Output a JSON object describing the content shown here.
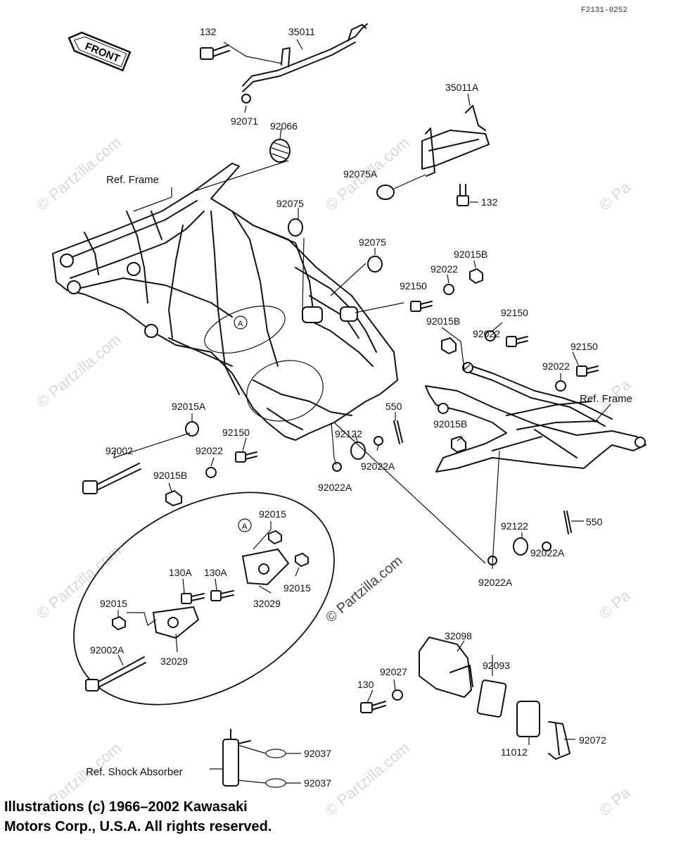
{
  "diagram": {
    "code": "F2131-0252",
    "front_label": "FRONT",
    "circle_marker": "A",
    "refs": {
      "frame": "Ref. Frame",
      "shock_absorber": "Ref. Shock Absorber"
    },
    "parts": {
      "p132_top": "132",
      "p35011": "35011",
      "p92071": "92071",
      "p92066": "92066",
      "p35011A": "35011A",
      "p92075A": "92075A",
      "p132_right": "132",
      "p92075_a": "92075",
      "p92075_b": "92075",
      "p92015B_a": "92015B",
      "p92022_a": "92022",
      "p92150_a": "92150",
      "p92015B_b": "92015B",
      "p92150_b": "92150",
      "p92022_b": "92022",
      "p92150_c": "92150",
      "p92022_c": "92022",
      "p92015A": "92015A",
      "p550_a": "550",
      "p92002": "92002",
      "p92150_d": "92150",
      "p92022_d": "92022",
      "p92122_a": "92122",
      "p92015B_c": "92015B",
      "p92015B_d": "92015B",
      "p92022A_a": "92022A",
      "p92022A_b": "92022A",
      "p92015_a": "92015",
      "p92122_b": "92122",
      "p550_b": "550",
      "p92022A_c": "92022A",
      "p130A_a": "130A",
      "p130A_b": "130A",
      "p92015_b": "92015",
      "p92015_c": "92015",
      "p92022A_d": "92022A",
      "p32029_a": "32029",
      "p92002A": "92002A",
      "p32029_b": "32029",
      "p32098": "32098",
      "p92027": "92027",
      "p92093": "92093",
      "p130": "130",
      "p11012": "11012",
      "p92072": "92072",
      "p92037_a": "92037",
      "p92037_b": "92037"
    },
    "watermarks": {
      "center": "© Partzilla.com",
      "mid": "© Partzilla.com"
    }
  },
  "copyright": {
    "line1": "Illustrations (c) 1966–2002 Kawasaki",
    "line2": "Motors Corp., U.S.A.  All rights reserved."
  }
}
